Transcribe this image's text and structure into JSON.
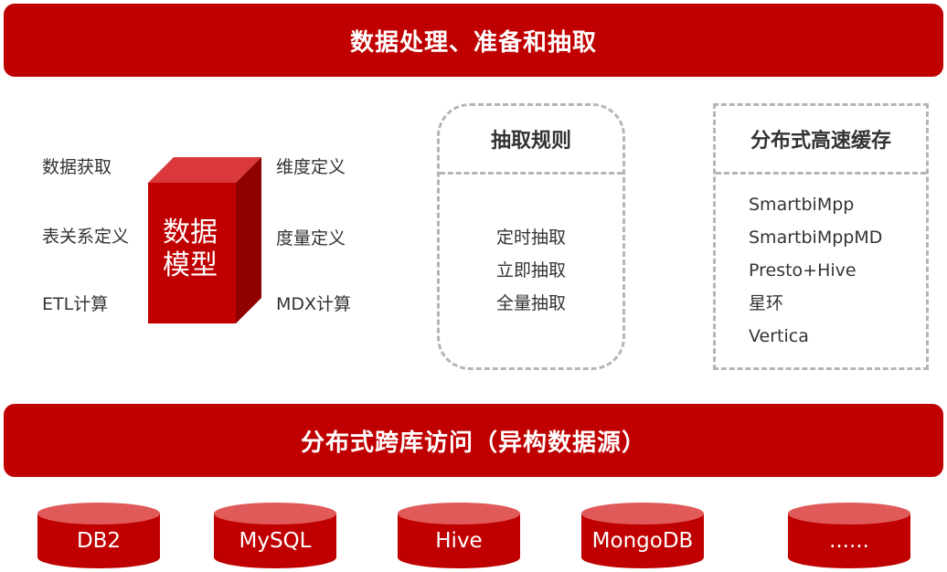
{
  "top_banner": {
    "title": "数据处理、准备和抽取"
  },
  "data_model": {
    "cube_line1": "数据",
    "cube_line2": "模型",
    "left_labels": [
      "数据获取",
      "表关系定义",
      "ETL计算"
    ],
    "right_labels": [
      "维度定义",
      "度量定义",
      "MDX计算"
    ]
  },
  "extraction_rules": {
    "title": "抽取规则",
    "items": [
      "定时抽取",
      "立即抽取",
      "全量抽取"
    ]
  },
  "distributed_cache": {
    "title": "分布式高速缓存",
    "items": [
      "SmartbiMpp",
      "SmartbiMppMD",
      "Presto+Hive",
      "星环",
      "Vertica"
    ]
  },
  "bottom_banner": {
    "title": "分布式跨库访问（异构数据源）"
  },
  "data_sources": [
    "DB2",
    "MySQL",
    "Hive",
    "MongoDB",
    "......"
  ],
  "colors": {
    "primary_red": "#c00000",
    "cube_top": "#d9393b",
    "cube_side": "#8f0000",
    "cylinder_top": "#e05a5a",
    "dash_gray": "#b5b5b5"
  }
}
